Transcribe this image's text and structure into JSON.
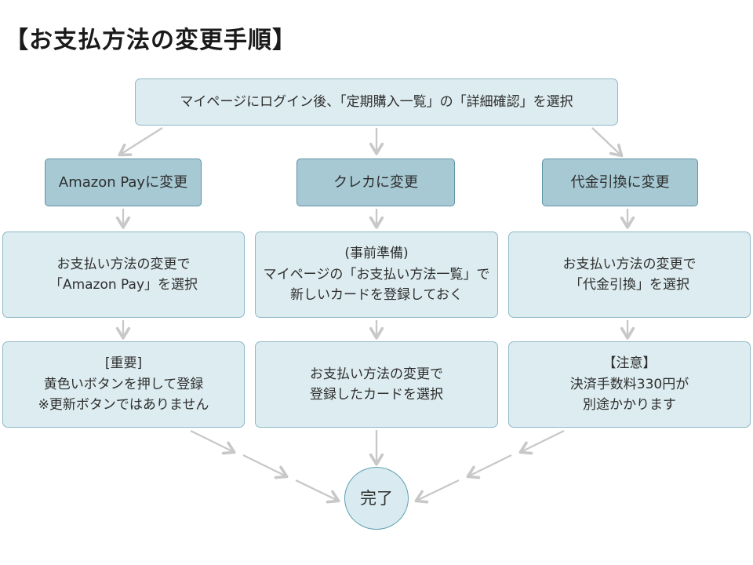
{
  "title": "【お支払方法の変更手順】",
  "flow": {
    "start": "マイページにログイン後、「定期購入一覧」の「詳細確認」を選択",
    "branches": [
      {
        "header": "Amazon Payに変更",
        "step1": "お支払い方法の変更で\n「Amazon Pay」を選択",
        "step2": "[重要]\n黄色いボタンを押して登録\n※更新ボタンではありません"
      },
      {
        "header": "クレカに変更",
        "step1": "(事前準備)\nマイページの「お支払い方法一覧」で\n新しいカードを登録しておく",
        "step2": "お支払い方法の変更で\n登録したカードを選択"
      },
      {
        "header": "代金引換に変更",
        "step1": "お支払い方法の変更で\n「代金引換」を選択",
        "step2": "【注意】\n決済手数料330円が\n別途かかります"
      }
    ],
    "end": "完了"
  },
  "colors": {
    "light_box_fill": "#ddecf0",
    "light_box_border": "#8fb8c6",
    "header_fill": "#a6c9d3",
    "header_border": "#5f93a8",
    "circle_fill": "#d9ebf0",
    "circle_border": "#5e9fb2",
    "arrow": "#c8c8c8",
    "text": "#2e2e2e"
  }
}
